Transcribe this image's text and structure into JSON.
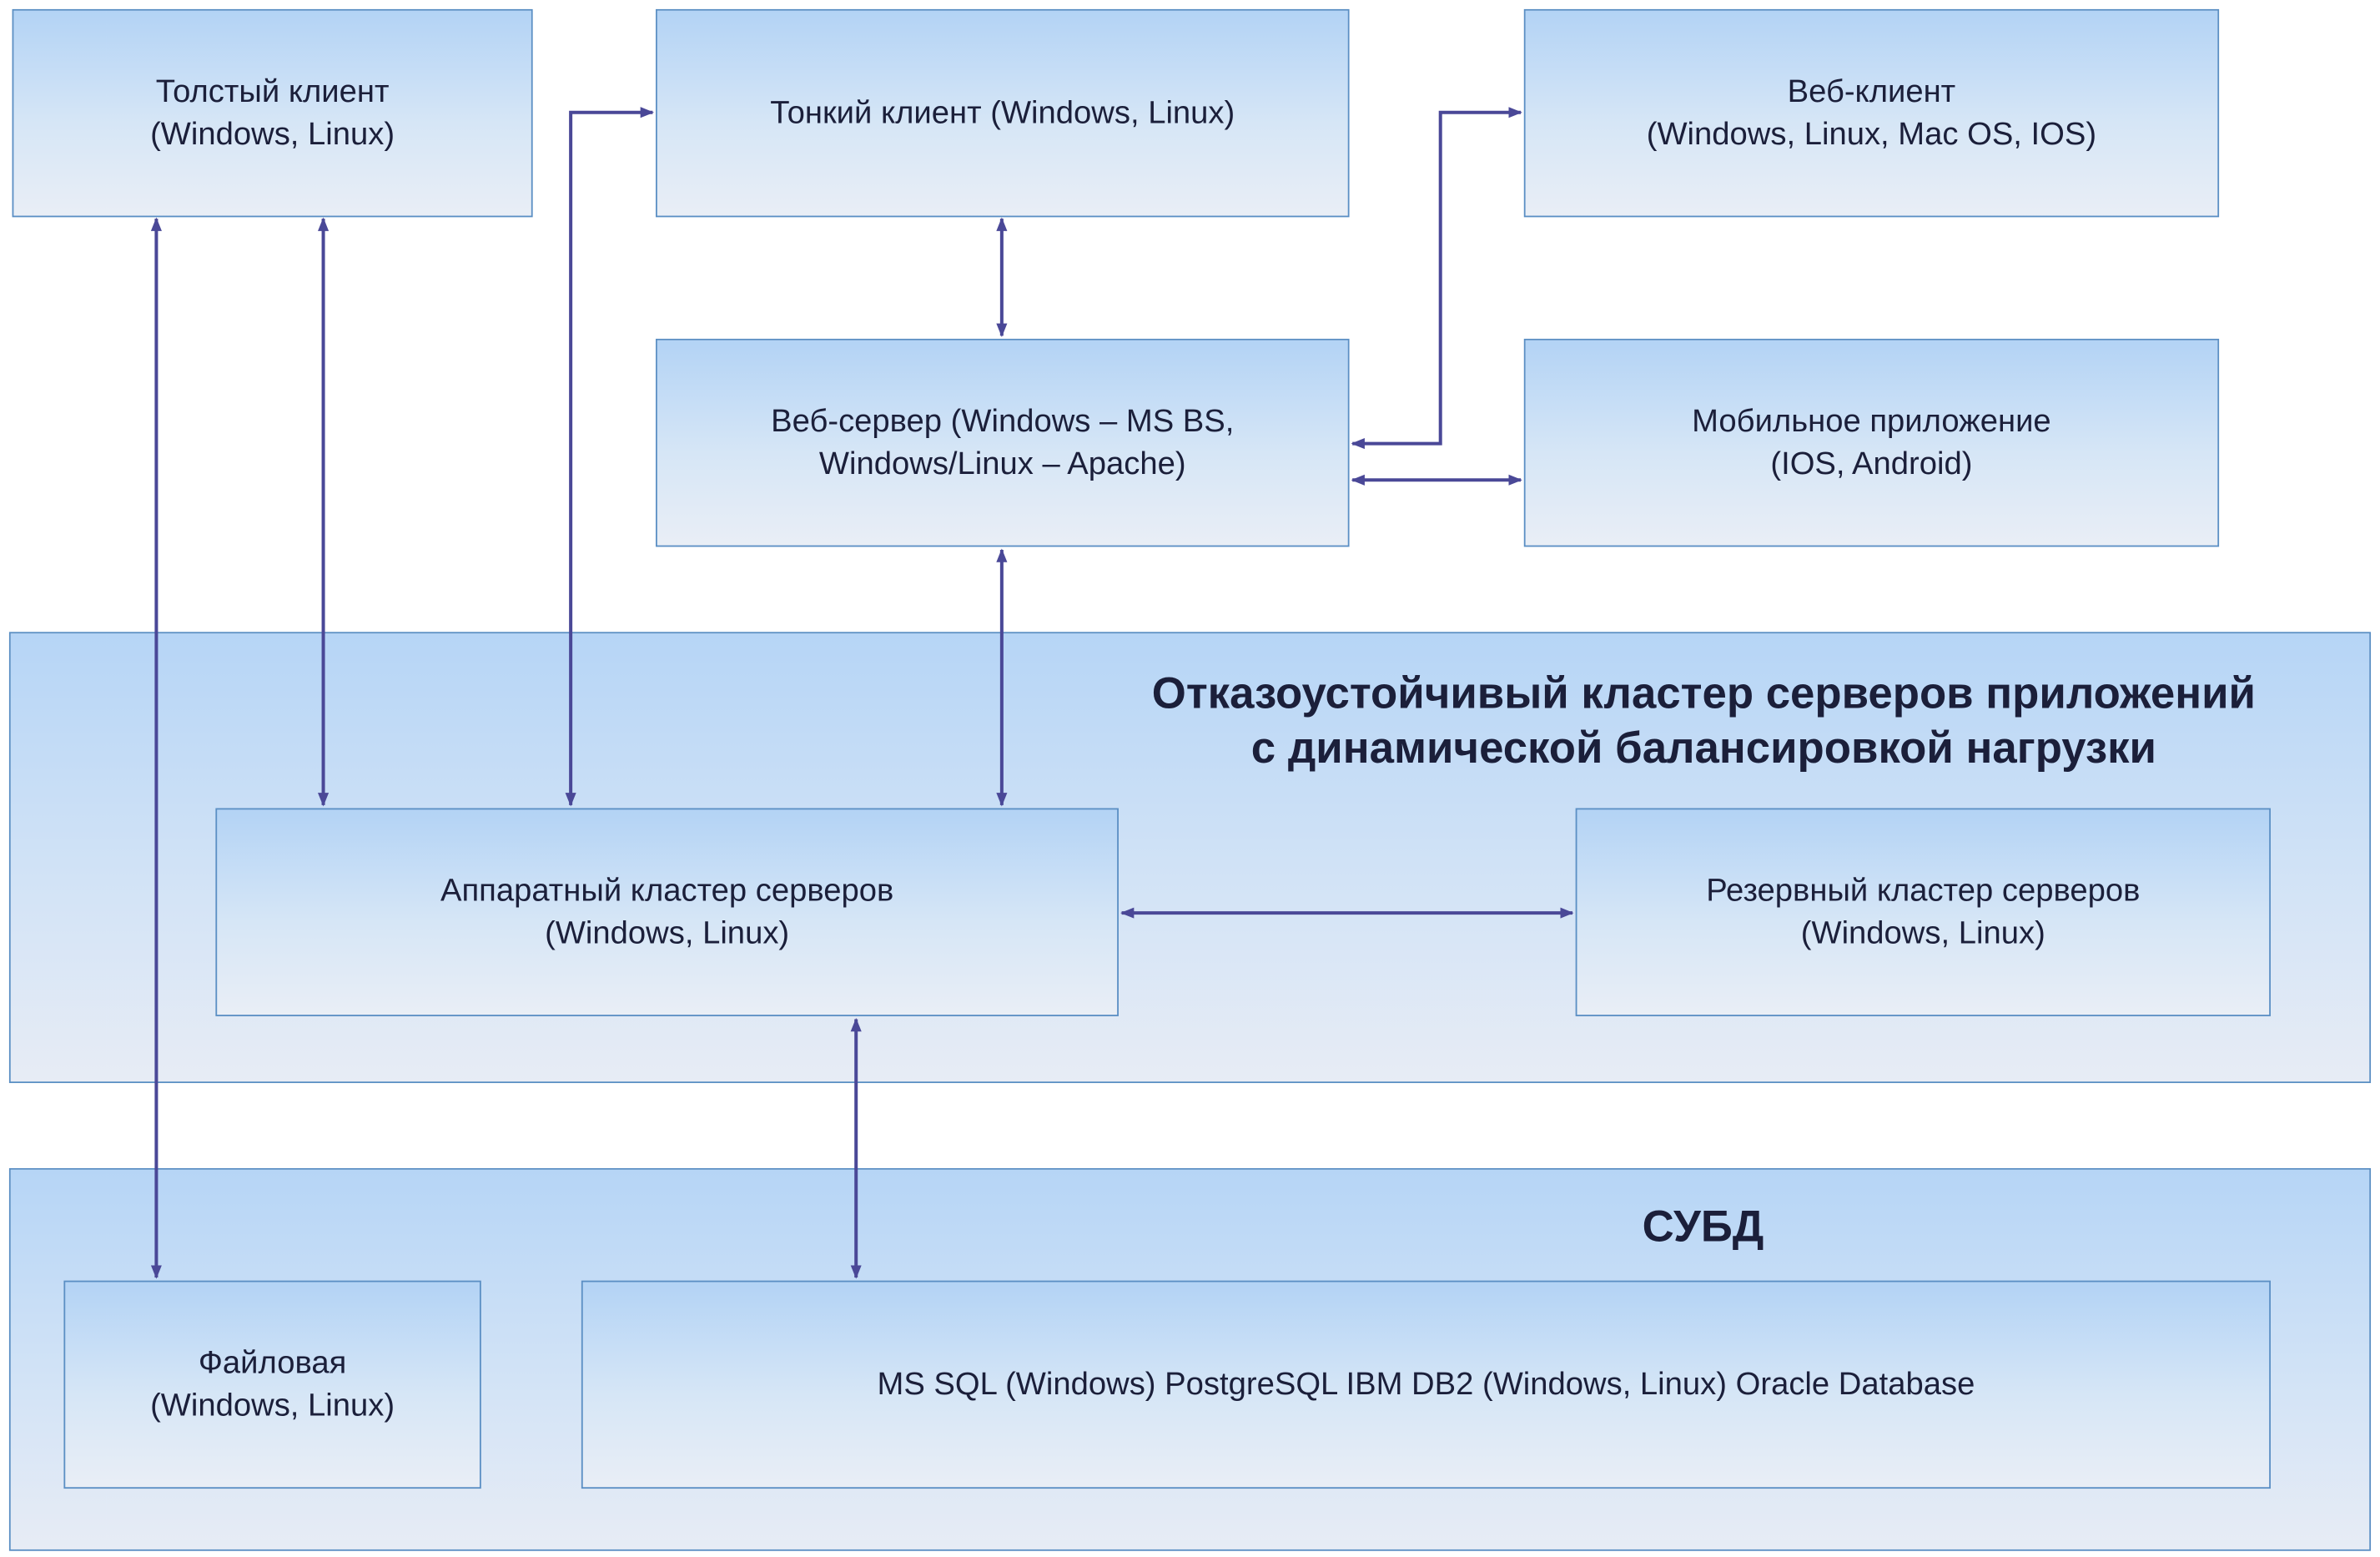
{
  "nodes": {
    "thick_client": "Толстый клиент\n(Windows, Linux)",
    "thin_client": "Тонкий клиент (Windows, Linux)",
    "web_client": "Веб-клиент\n(Windows, Linux, Mac OS, IOS)",
    "web_server": "Веб-сервер (Windows – MS BS,\nWindows/Linux – Apache)",
    "mobile_app": "Мобильное приложение\n(IOS, Android)",
    "hardware_cluster": "Аппаратный кластер серверов\n(Windows, Linux)",
    "reserve_cluster": "Резервный кластер серверов\n(Windows, Linux)",
    "file_db": "Файловая\n(Windows, Linux)",
    "sql_db": "MS SQL  (Windows)  PostgreSQL  IBM DB2 (Windows, Linux)  Oracle Database"
  },
  "groups": {
    "cluster_title": "Отказоустойчивый кластер серверов приложений\nс динамической балансировкой нагрузки",
    "dbms_title": "СУБД"
  },
  "colors": {
    "connector": "#4a4897",
    "box_border": "#5b8fc4",
    "gradient_top": "#b3d3f5",
    "gradient_bottom": "#e9eef6"
  }
}
